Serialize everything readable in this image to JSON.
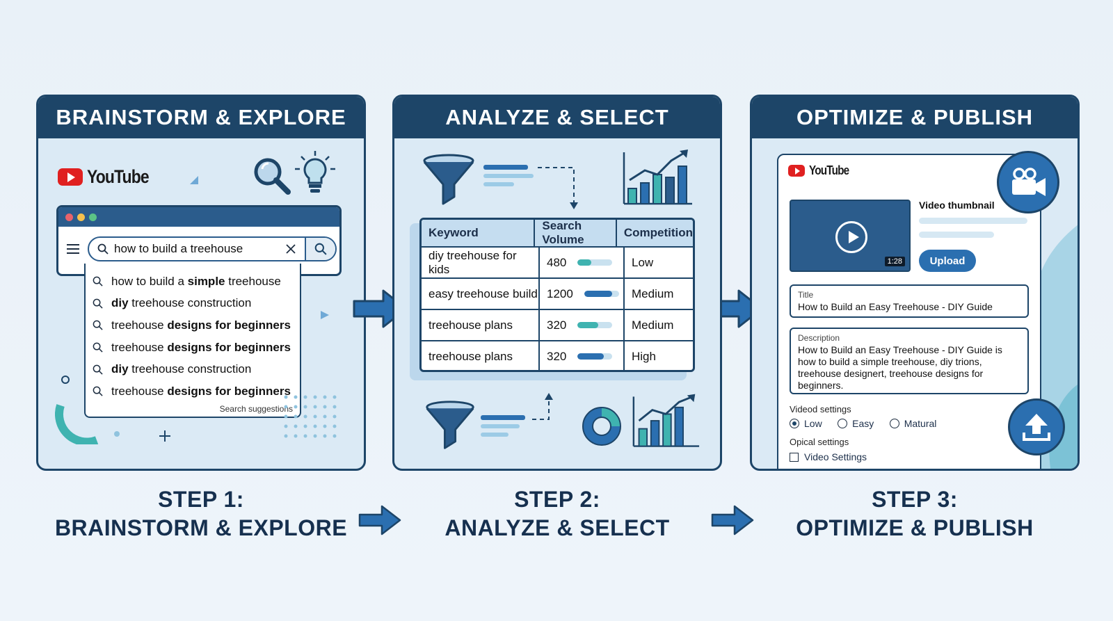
{
  "panels": [
    {
      "header": "BRAINSTORM & EXPLORE"
    },
    {
      "header": "ANALYZE & SELECT"
    },
    {
      "header": "OPTIMIZE & PUBLISH"
    }
  ],
  "steps": [
    {
      "line1": "STEP 1:",
      "line2": "BRAINSTORM & EXPLORE"
    },
    {
      "line1": "STEP 2:",
      "line2": "ANALYZE & SELECT"
    },
    {
      "line1": "STEP 3:",
      "line2": "OPTIMIZE & PUBLISH"
    }
  ],
  "brand": {
    "youtube": "YouTube",
    "red": "#e02020"
  },
  "search": {
    "query": "how to build a treehouse",
    "suggestions": [
      {
        "pre": "how to build a ",
        "bold": "simple",
        "post": " treehouse"
      },
      {
        "pre": "",
        "bold": "diy",
        "post": " treehouse construction"
      },
      {
        "pre": "treehouse ",
        "bold": "designs for beginners",
        "post": ""
      },
      {
        "pre": "treehouse ",
        "bold": "designs for beginners",
        "post": ""
      },
      {
        "pre": "",
        "bold": "diy",
        "post": " treehouse construction"
      },
      {
        "pre": "treehouse ",
        "bold": "designs for beginners",
        "post": ""
      }
    ],
    "footer": "Search suggestions"
  },
  "keywords": {
    "headers": [
      "Keyword",
      "Search Volume",
      "Competition"
    ],
    "rows": [
      {
        "keyword": "diy treehouse for kids",
        "volume": "480",
        "bar": 0.4,
        "bar_color": "#3fb3b0",
        "competition": "Low"
      },
      {
        "keyword": "easy treehouse build",
        "volume": "1200",
        "bar": 0.8,
        "bar_color": "#2b6fb0",
        "competition": "Medium"
      },
      {
        "keyword": "treehouse plans",
        "volume": "320",
        "bar": 0.6,
        "bar_color": "#3fb3b0",
        "competition": "Medium"
      },
      {
        "keyword": "treehouse plans",
        "volume": "320",
        "bar": 0.75,
        "bar_color": "#2b6fb0",
        "competition": "High"
      }
    ]
  },
  "publish": {
    "thumbnail_label": "Video thumbnail",
    "duration": "1:28",
    "upload_label": "Upload",
    "title_label": "Title",
    "title_value": "How to Build an Easy Treehouse - DIY Guide",
    "description_label": "Description",
    "description_value": "How to Build an Easy Treehouse - DIY Guide is how to build a simple treehouse, diy trions, treehouse designert, treehouse designs for beginners.",
    "video_settings_label": "Videod settings",
    "radio_options": [
      "Low",
      "Easy",
      "Matural"
    ],
    "radio_selected": 0,
    "optional_settings_label": "Opical settings",
    "checkbox_label": "Video Settings"
  },
  "colors": {
    "navy": "#1d4568",
    "blue": "#2b6fb0",
    "teal": "#3fb3b0",
    "panel_bg": "#dbeaf5"
  }
}
